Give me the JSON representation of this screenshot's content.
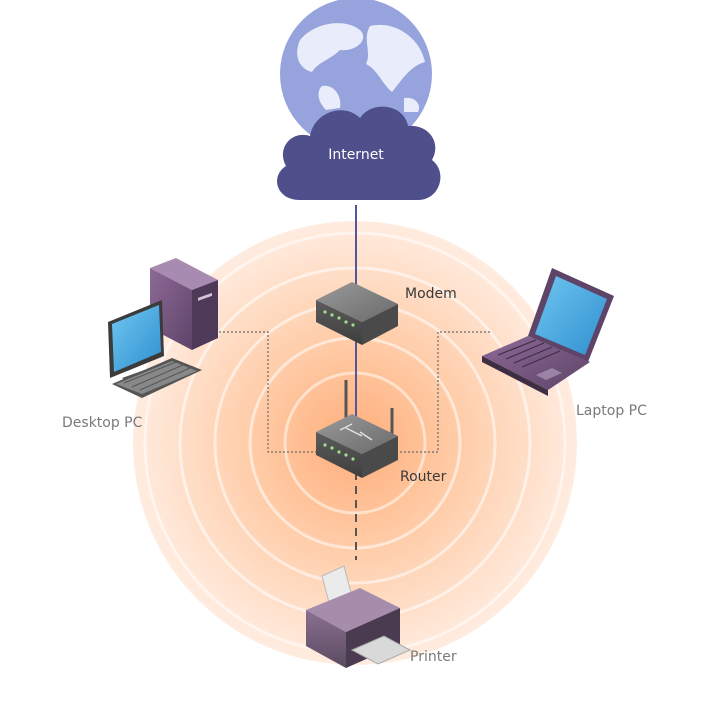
{
  "nodes": {
    "internet": {
      "label": "Internet"
    },
    "modem": {
      "label": "Modem"
    },
    "router": {
      "label": "Router"
    },
    "desktop": {
      "label": "Desktop PC"
    },
    "laptop": {
      "label": "Laptop PC"
    },
    "printer": {
      "label": "Printer"
    }
  },
  "colors": {
    "cloud": "#4f4f8c",
    "globe_ocean": "#96a3dc",
    "globe_land": "#e9ecfb",
    "wired_link": "#55559a",
    "dotted_link": "#6a6a6a",
    "signal_center": "#ffb88a",
    "signal_edge": "#ffe9dc",
    "device_purple": "#7b5a85",
    "screen_blue": "#3fa8e0"
  },
  "icons": {
    "internet": "globe-cloud-icon",
    "modem": "modem-icon",
    "router": "wireless-router-icon",
    "desktop": "desktop-pc-icon",
    "laptop": "laptop-icon",
    "printer": "printer-icon"
  }
}
